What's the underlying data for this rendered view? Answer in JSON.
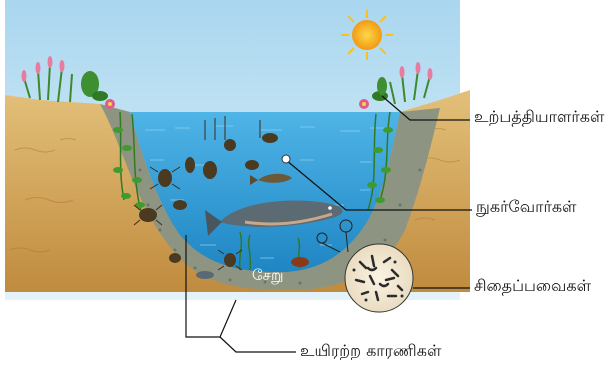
{
  "diagram": {
    "labels": {
      "producers": "உற்பத்தியாளர்கள்",
      "consumers": "நுகர்வோர்கள்",
      "decomposers": "சிதைப்பவைகள்",
      "abiotic": "உயிரற்ற  காரணிகள்",
      "mud": "சேறு"
    }
  },
  "colors": {
    "sky": "#bfe0f2",
    "water": "#2e9bd6",
    "soil": "#d4a85a",
    "mud": "#8c9482",
    "sun": "#f7b21d"
  }
}
